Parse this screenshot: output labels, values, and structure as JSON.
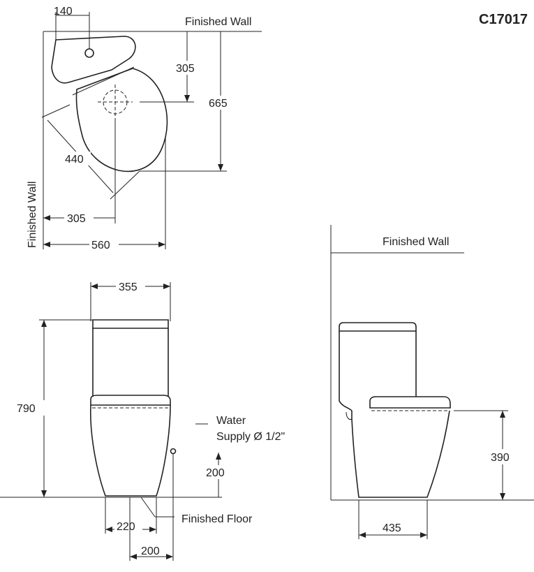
{
  "model_code": "C17017",
  "labels": {
    "finished_wall_top": "Finished Wall",
    "finished_wall_left": "Finished Wall",
    "finished_wall_side": "Finished Wall",
    "finished_floor": "Finished Floor",
    "water_supply_line1": "Water",
    "water_supply_line2": "Supply Ø 1/2\""
  },
  "dimensions": {
    "top_140": "140",
    "top_305_right": "305",
    "top_665": "665",
    "top_440": "440",
    "top_305_bottom": "305",
    "top_560": "560",
    "front_355": "355",
    "front_790": "790",
    "front_200_supply": "200",
    "front_220": "220",
    "front_200_floor": "200",
    "side_390": "390",
    "side_435": "435"
  }
}
